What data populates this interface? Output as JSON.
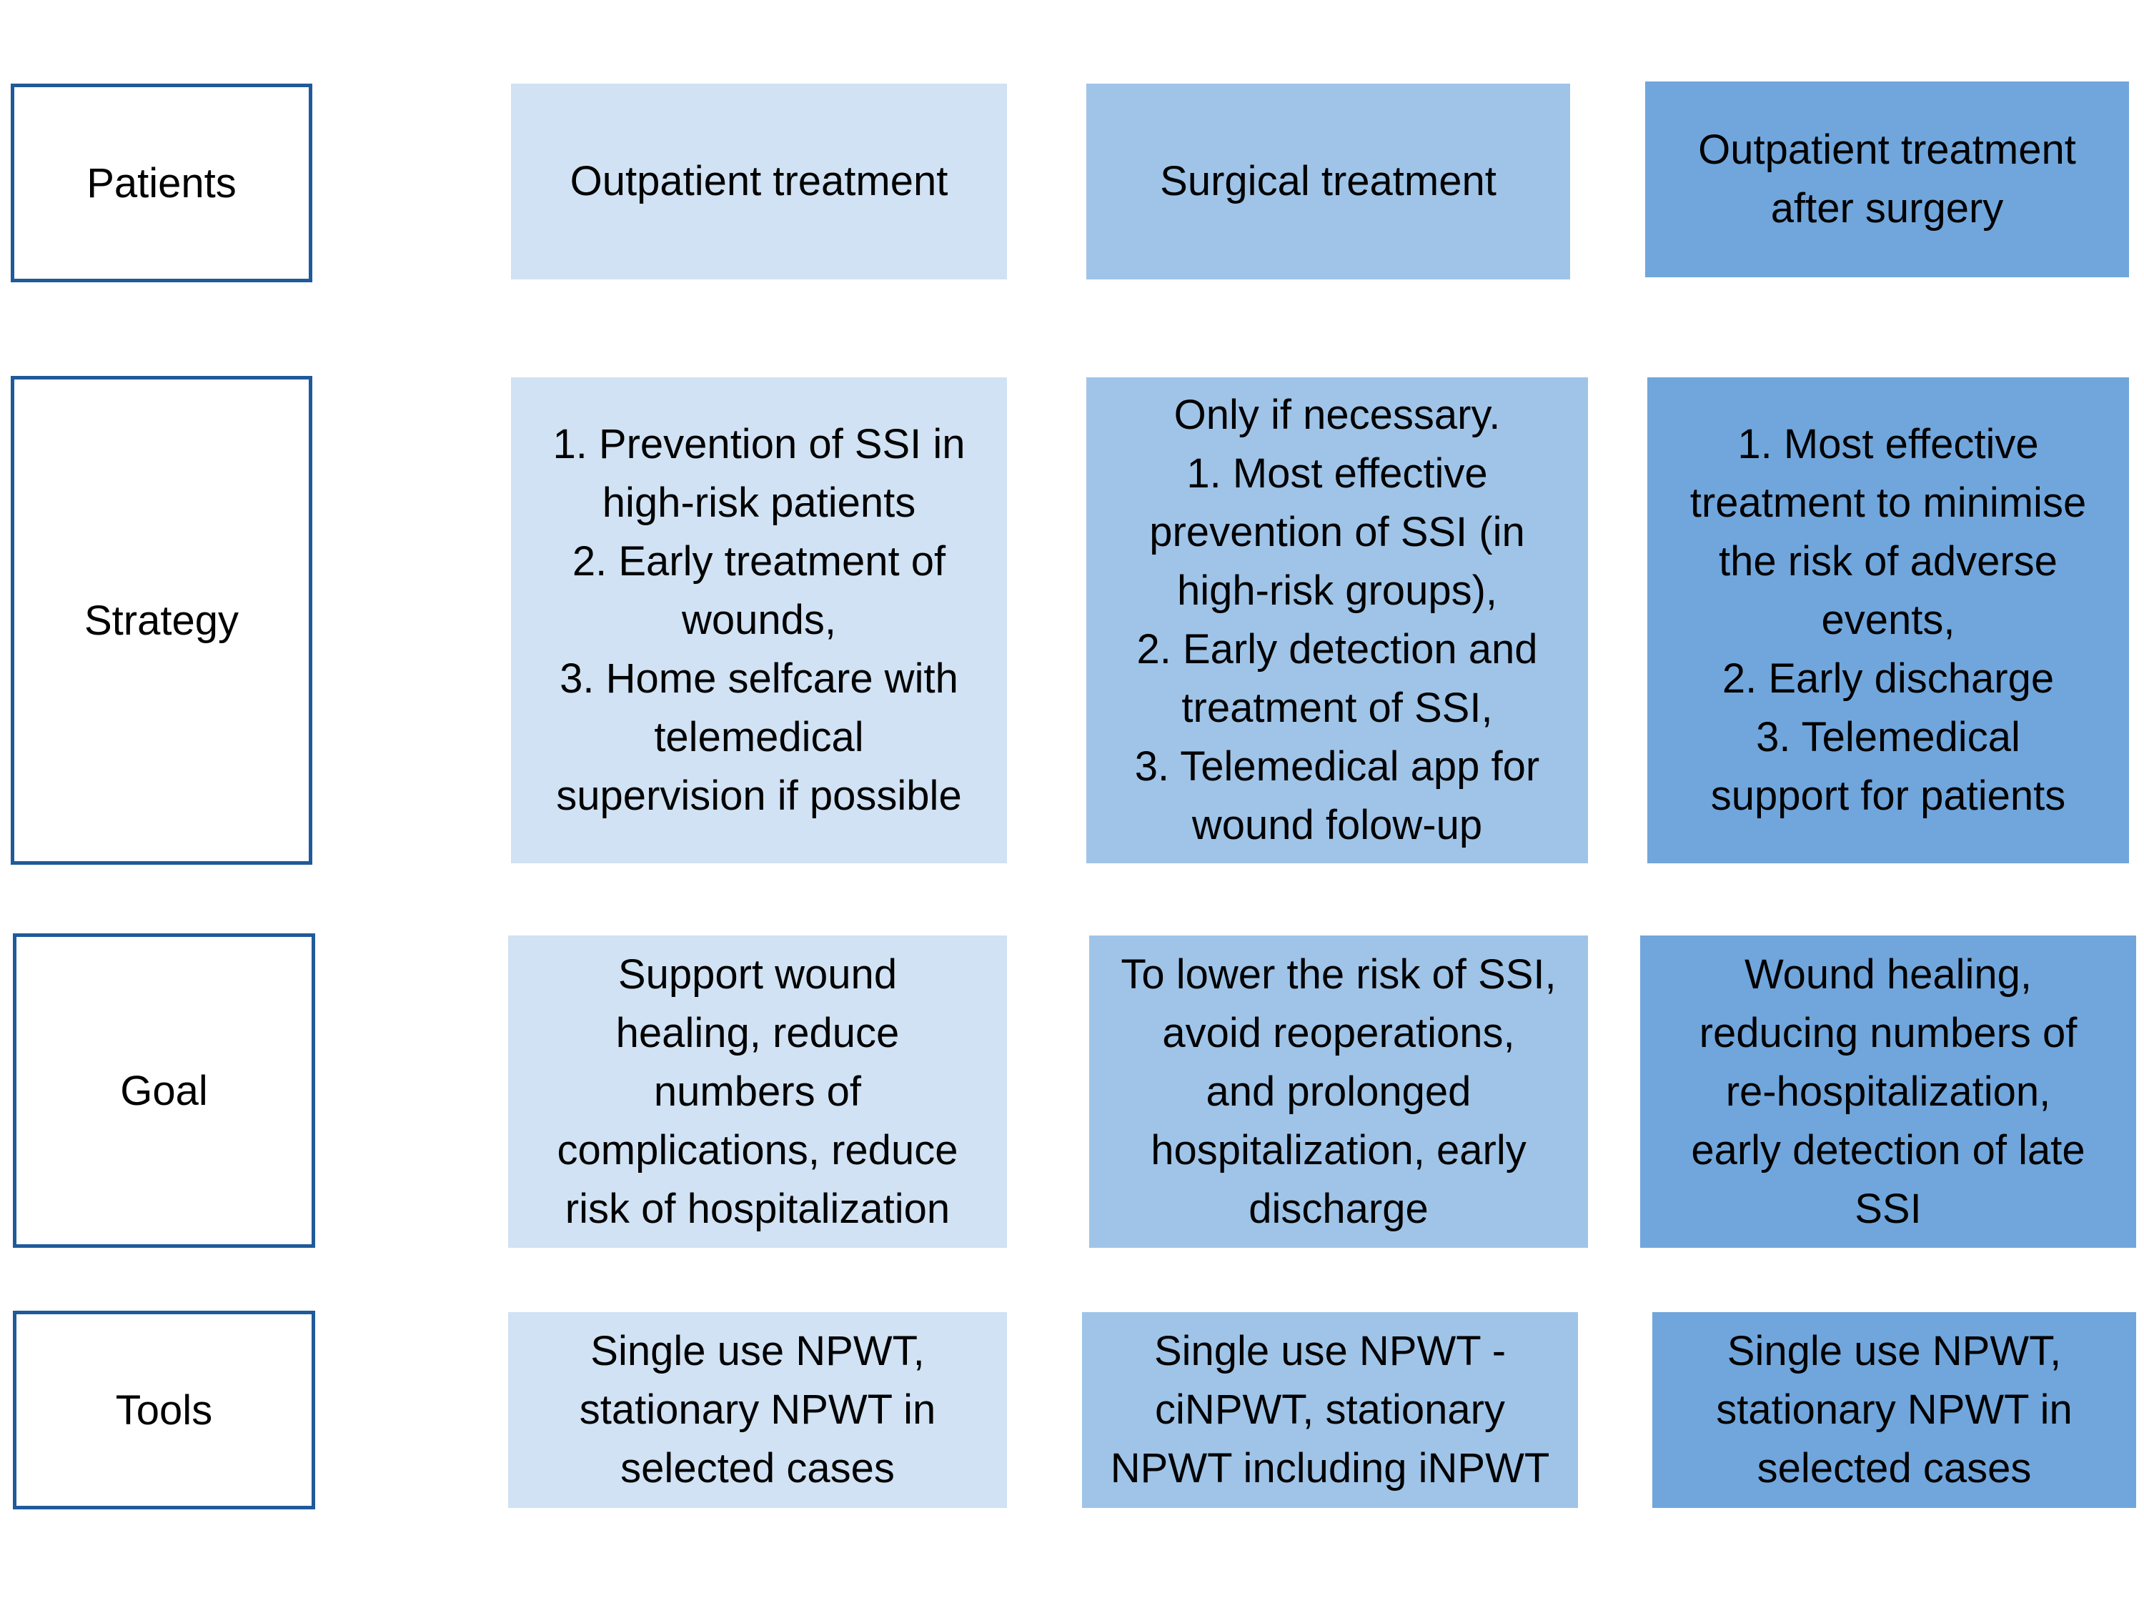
{
  "row_labels": {
    "patients": "Patients",
    "strategy": "Strategy",
    "goal": "Goal",
    "tools": "Tools"
  },
  "patients": {
    "col1": "Outpatient treatment",
    "col2": "Surgical treatment",
    "col3": "Outpatient treatment\nafter surgery"
  },
  "strategy": {
    "col1": "1. Prevention of SSI in\nhigh-risk patients\n2. Early treatment of\nwounds,\n3. Home selfcare with\ntelemedical\nsupervision if possible",
    "col2": "Only if necessary.\n1. Most effective\nprevention of SSI (in\nhigh-risk groups),\n2. Early detection and\ntreatment of SSI,\n3. Telemedical app for\nwound folow-up",
    "col3": "1. Most effective\ntreatment to minimise\nthe risk of adverse\nevents,\n2.  Early discharge\n3. Telemedical\nsupport for patients"
  },
  "goal": {
    "col1": "Support wound\nhealing, reduce\nnumbers of\ncomplications, reduce\nrisk of hospitalization",
    "col2": "To lower the risk of SSI,\navoid reoperations,\nand prolonged\nhospitalization, early\ndischarge",
    "col3": "Wound healing,\nreducing numbers of\nre-hospitalization,\nearly detection of late\nSSI"
  },
  "tools": {
    "col1": "Single use NPWT,\nstationary NPWT in\nselected cases",
    "col2": "Single use NPWT -\nciNPWT, stationary\nNPWT including iNPWT",
    "col3": "Single use NPWT,\nstationary NPWT in\nselected cases"
  },
  "colors": {
    "label_border": "#1f5a9a",
    "column_1_fill": "#d0e2f3",
    "column_2_fill": "#9fc4e8",
    "column_3_fill": "#70a6dc"
  }
}
